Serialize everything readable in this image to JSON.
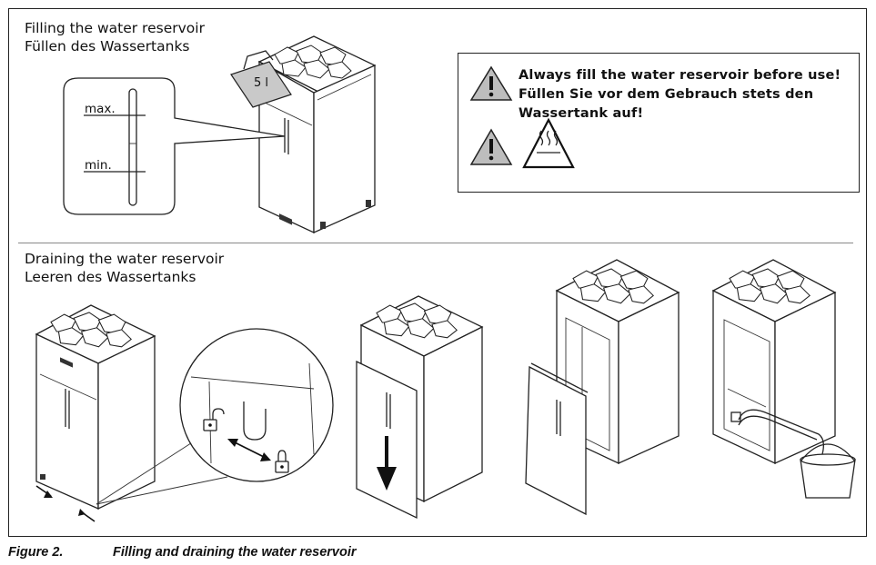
{
  "filling": {
    "title_en": "Filling the water reservoir",
    "title_de": "Füllen des Wassertanks",
    "gauge_max": "max.",
    "gauge_min": "min.",
    "bucket_label": "5 l"
  },
  "warning": {
    "line1": "Always fill the water reservoir before use!",
    "line2": "Füllen Sie vor dem Gebrauch stets den",
    "line3": "Wassertank auf!",
    "icons": [
      "warning-triangle-icon",
      "warning-triangle-icon",
      "hot-surface-icon"
    ]
  },
  "draining": {
    "title_en": "Draining the water reservoir",
    "title_de": "Leeren des Wassertanks"
  },
  "caption": {
    "label": "Figure 2.",
    "text": "Filling and draining the water reservoir"
  }
}
